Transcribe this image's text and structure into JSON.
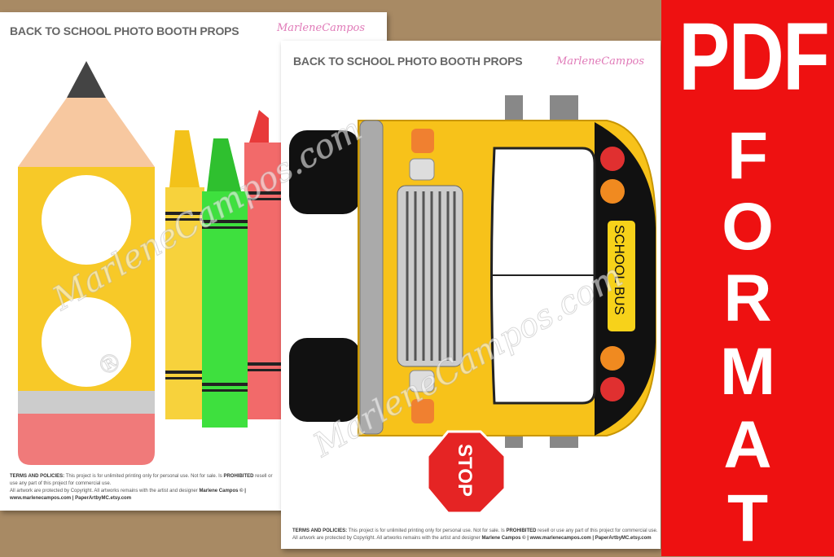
{
  "pages": [
    {
      "title": "BACK TO SCHOOL PHOTO BOOTH PROPS",
      "logo": "MarleneCampos",
      "terms_label": "TERMS AND POLICIES:",
      "terms_text": "This project is for unlimited printing only for personal use. Not for sale. Is ",
      "terms_prohibited": "PROHIBITED",
      "terms_rest": " resell or use any part of this project for commercial use.",
      "copyright": "All artwork are protected by Copyright. All artworks remains with the artist and designer ",
      "designer": "Marlene Campos ©",
      "links": " | www.marlenecampos.com | PaperArtbyMC.etsy.com"
    },
    {
      "title": "BACK TO SCHOOL PHOTO BOOTH PROPS",
      "logo": "MarleneCampos",
      "terms_label": "TERMS AND POLICIES:",
      "terms_text": "This project is for unlimited printing only for personal use. Not for sale. Is ",
      "terms_prohibited": "PROHIBITED",
      "terms_rest": " resell or use any part of this project for commercial use.",
      "copyright": "All artwork are protected by Copyright. All artworks remains with the artist and designer ",
      "designer": "Marlene Campos ©",
      "links": " | www.marlenecampos.com | PaperArtbyMC.etsy.com"
    }
  ],
  "props": {
    "bus_sign": "SCHOOL BUS",
    "stop_sign": "STOP"
  },
  "watermark": {
    "text": "MarleneCampos.com",
    "mark": "®"
  },
  "banner": {
    "line1": "PDF",
    "letters": [
      "F",
      "O",
      "R",
      "M",
      "A",
      "T"
    ],
    "color": "#ee1111"
  }
}
